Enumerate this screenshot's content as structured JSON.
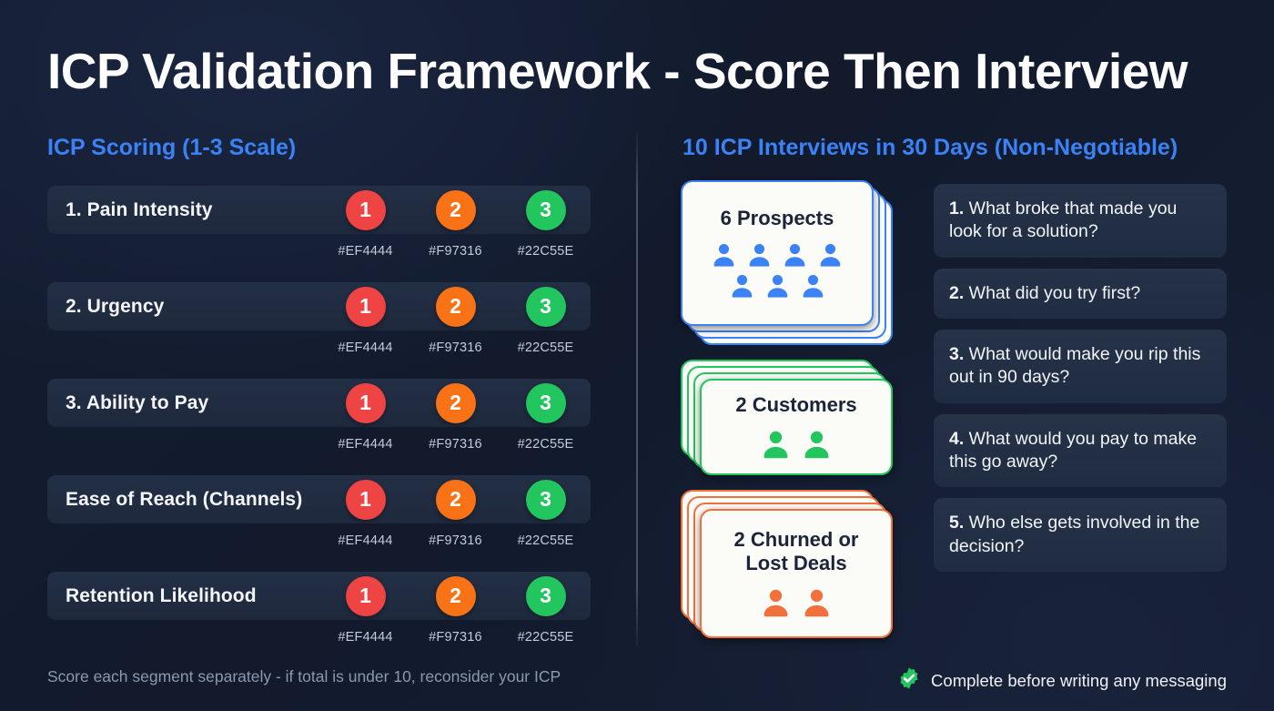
{
  "title": "ICP Validation Framework - Score Then Interview",
  "accent_color": "#3B82F6",
  "sections": {
    "left_heading": "ICP Scoring (1-3 Scale)",
    "right_heading": "10 ICP Interviews in 30 Days (Non-Negotiable)"
  },
  "scoring": {
    "scale": [
      {
        "value": "1",
        "hex": "#EF4444"
      },
      {
        "value": "2",
        "hex": "#F97316"
      },
      {
        "value": "3",
        "hex": "#22C55E"
      }
    ],
    "rows": [
      {
        "label": "1. Pain Intensity"
      },
      {
        "label": "2. Urgency"
      },
      {
        "label": "3. Ability to Pay"
      },
      {
        "label": "Ease of Reach (Channels)"
      },
      {
        "label": "Retention Likelihood"
      }
    ]
  },
  "sample_cards": [
    {
      "title": "6 Prospects",
      "icon": "people-icon",
      "color": "#3B82F6",
      "rows": [
        4,
        3
      ]
    },
    {
      "title": "2 Customers",
      "icon": "people-icon",
      "color": "#22C55E",
      "rows": [
        2
      ]
    },
    {
      "title": "2 Churned or\nLost Deals",
      "icon": "people-icon",
      "color": "#F1703C",
      "rows": [
        2
      ]
    }
  ],
  "questions": [
    {
      "num": "1.",
      "text": " What broke that made you look for a solution?"
    },
    {
      "num": "2.",
      "text": " What did you try first?"
    },
    {
      "num": "3.",
      "text": " What would make you rip this out in 90 days?"
    },
    {
      "num": "4.",
      "text": " What would you pay to make this go away?"
    },
    {
      "num": "5.",
      "text": " Who else gets involved in the decision?"
    }
  ],
  "footer": {
    "left_note": "Score each segment separately - if total is under 10, reconsider your ICP",
    "badge_icon": "check-badge-icon",
    "badge_color": "#22C55E",
    "right_note": "Complete before writing any messaging"
  }
}
